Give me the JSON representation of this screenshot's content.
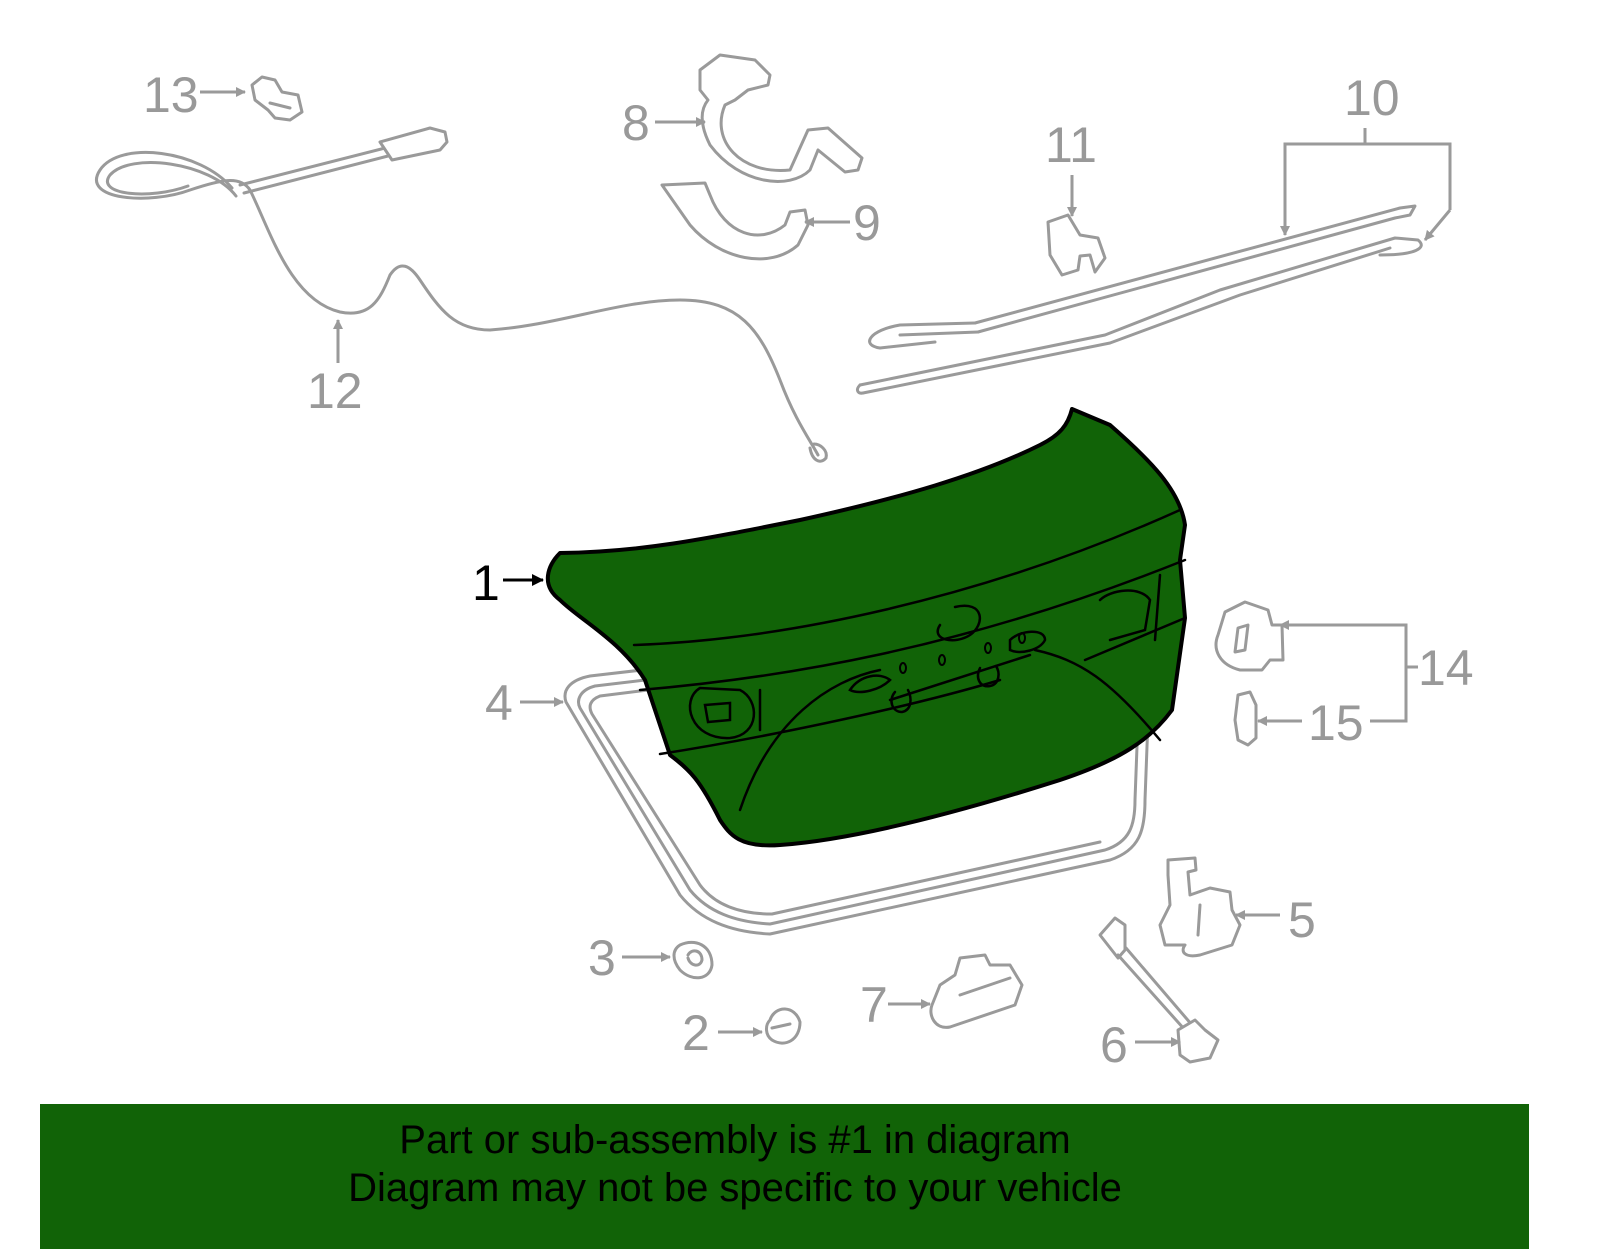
{
  "diagram": {
    "title": "Trunk lid assembly exploded parts diagram",
    "highlighted_part": "1",
    "highlight_color": "#116307",
    "callouts": [
      {
        "id": "1",
        "label": "1",
        "highlighted": true
      },
      {
        "id": "2",
        "label": "2"
      },
      {
        "id": "3",
        "label": "3"
      },
      {
        "id": "4",
        "label": "4"
      },
      {
        "id": "5",
        "label": "5"
      },
      {
        "id": "6",
        "label": "6"
      },
      {
        "id": "7",
        "label": "7"
      },
      {
        "id": "8",
        "label": "8"
      },
      {
        "id": "9",
        "label": "9"
      },
      {
        "id": "10",
        "label": "10"
      },
      {
        "id": "11",
        "label": "11"
      },
      {
        "id": "12",
        "label": "12"
      },
      {
        "id": "13",
        "label": "13"
      },
      {
        "id": "14",
        "label": "14"
      },
      {
        "id": "15",
        "label": "15"
      }
    ]
  },
  "banner": {
    "line1": "Part or sub-assembly is #1 in diagram",
    "line2": "Diagram may not be specific to your vehicle",
    "background": "#116307"
  }
}
